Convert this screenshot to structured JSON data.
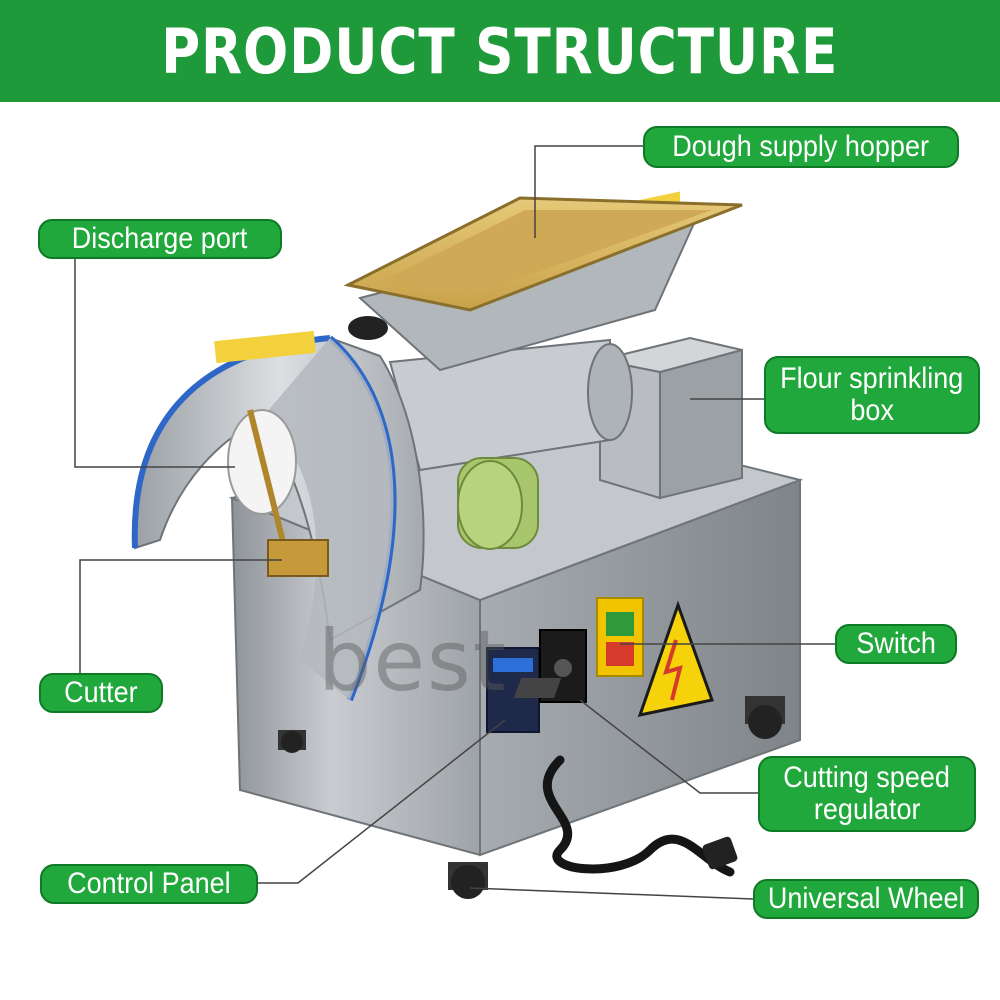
{
  "banner": {
    "title": "PRODUCT STRUCTURE"
  },
  "labels": {
    "hopper": "Dough supply hopper",
    "discharge": "Discharge port",
    "flour_box_line1": "Flour sprinkling",
    "flour_box_line2": "box",
    "switch": "Switch",
    "cutter": "Cutter",
    "speed_line1": "Cutting speed",
    "speed_line2": "regulator",
    "control_panel": "Control Panel",
    "wheel": "Universal Wheel"
  },
  "watermark": "best",
  "colors": {
    "banner_green": "#1f9a3a",
    "label_green": "#21a83c",
    "steel": "#b8bcc0",
    "hopper_gold": "#d6b25c",
    "motor_green": "#a8c66c"
  }
}
